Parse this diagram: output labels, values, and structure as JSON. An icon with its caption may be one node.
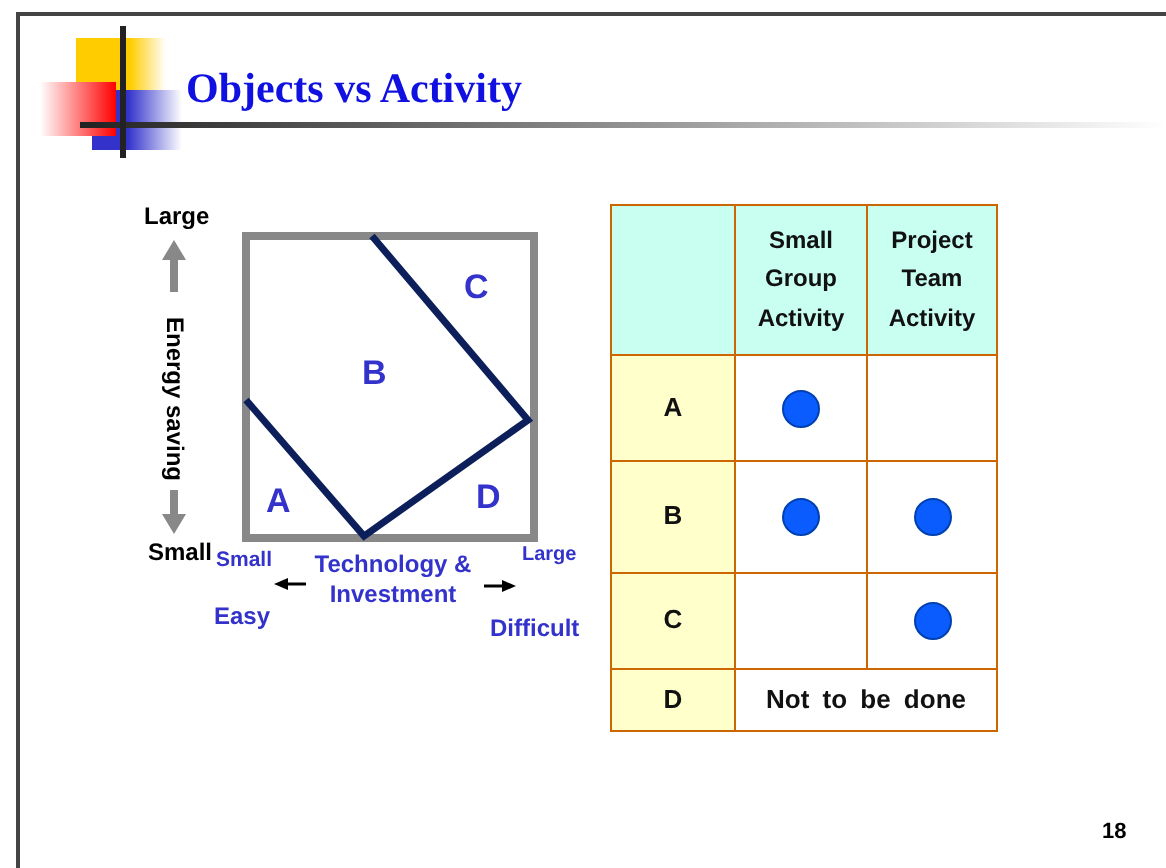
{
  "diagram": {
    "title": "Objects vs Activity",
    "nodes": [
      {
        "text": [],
        "shape": "circle"
      },
      {
        "text": [],
        "shape": "circle"
      },
      {
        "text": [],
        "shape": "circle"
      },
      {
        "text": [],
        "shape": "circle"
      }
    ],
    "labels": [
      "Large",
      "Energy saving",
      "Small",
      "Small",
      "Technology & Investment",
      "Large",
      "Easy",
      "Difficult",
      "C",
      "B",
      "A",
      "D",
      "Small Group Activity",
      "Project Team Activity",
      "A",
      "B",
      "C",
      "D",
      "Not to be done",
      "18"
    ]
  }
}
